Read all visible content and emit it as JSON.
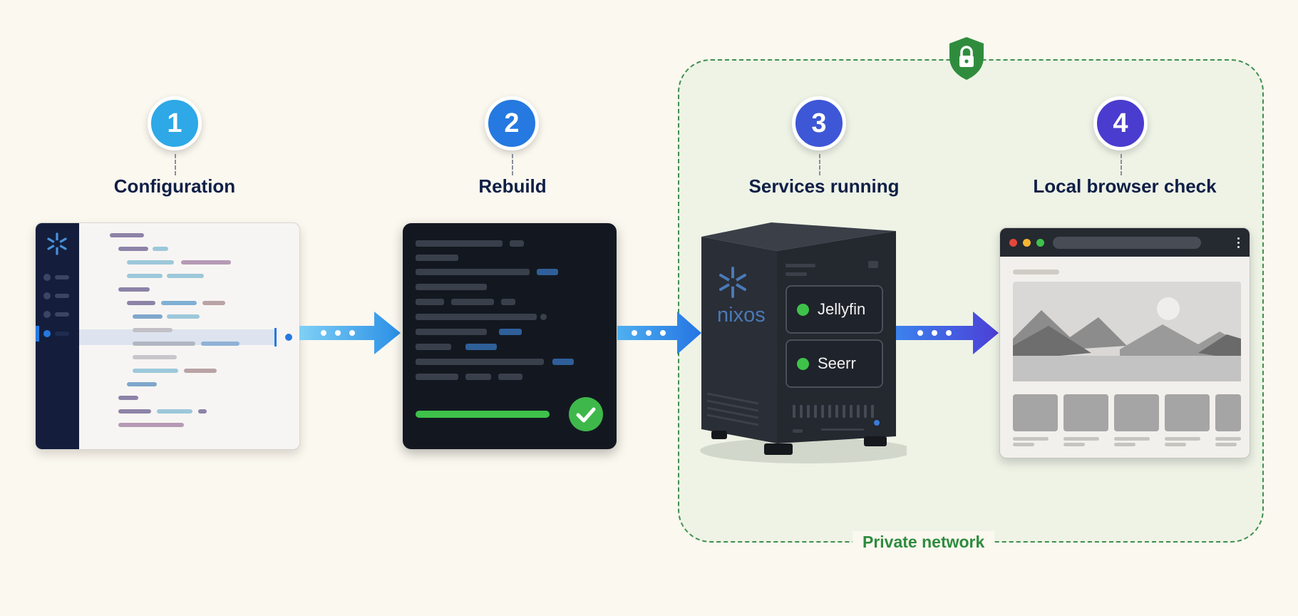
{
  "steps": [
    {
      "number": "1",
      "title": "Configuration",
      "color": "#2ea8e6"
    },
    {
      "number": "2",
      "title": "Rebuild",
      "color": "#2579e0"
    },
    {
      "number": "3",
      "title": "Services running",
      "color": "#3d57d6"
    },
    {
      "number": "4",
      "title": "Local browser check",
      "color": "#4a3ccf"
    }
  ],
  "server": {
    "brand": "nixos",
    "services": [
      {
        "name": "Jellyfin",
        "status_color": "#3ec24a"
      },
      {
        "name": "Seerr",
        "status_color": "#3ec24a"
      }
    ]
  },
  "zone": {
    "label": "Private network",
    "icon": "lock-shield-icon",
    "color": "#2e8b3e"
  },
  "rebuild": {
    "progress": 1.0,
    "status": "success",
    "status_icon": "check-circle-icon"
  },
  "colors": {
    "arrow_start": "#2ea8e6",
    "arrow_end": "#4a3ccf",
    "background": "#fbf8ef"
  }
}
